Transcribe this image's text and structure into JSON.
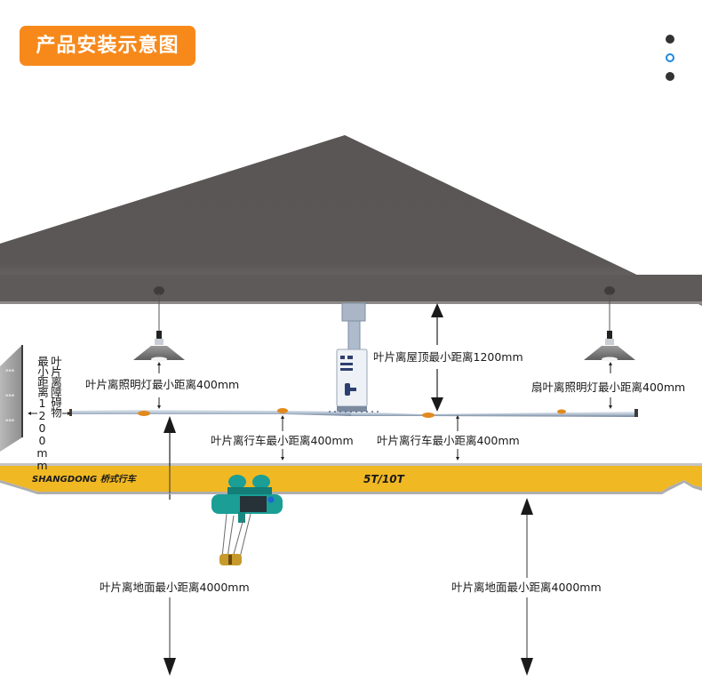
{
  "header": {
    "title": "产品安装示意图",
    "title_bg_color": "#f7891b"
  },
  "pager": {
    "dots": [
      {
        "state": "inactive"
      },
      {
        "state": "active"
      },
      {
        "state": "inactive"
      }
    ],
    "active_color": "#1e88e5",
    "inactive_color": "#333333"
  },
  "diagram": {
    "colors": {
      "roof": "#5a5655",
      "crane_beam": "#f0b823",
      "hoist": "#1a9e96",
      "blade": "#b9c6d6",
      "blade_tip": "#e08a1e"
    },
    "crane": {
      "brand_label": "SHANGDONG 桥式行车",
      "capacity_label": "5T/10T"
    },
    "labels": {
      "obstacle_clearance": "叶片离障碍物最小距离1200mm",
      "obstacle_clearance_col1": "叶片离障碍物",
      "obstacle_clearance_col2": "最小距离1200mm",
      "left_lamp_clearance": "叶片离照明灯最小距离400mm",
      "roof_clearance": "叶片离屋顶最小距离1200mm",
      "right_lamp_clearance": "扇叶离照明灯最小距离400mm",
      "crane_clearance_left": "叶片离行车最小距离400mm",
      "crane_clearance_right": "叶片离行车最小距离400mm",
      "ground_clearance_left": "叶片离地面最小距离4000mm",
      "ground_clearance_right": "叶片离地面最小距离4000mm"
    }
  }
}
